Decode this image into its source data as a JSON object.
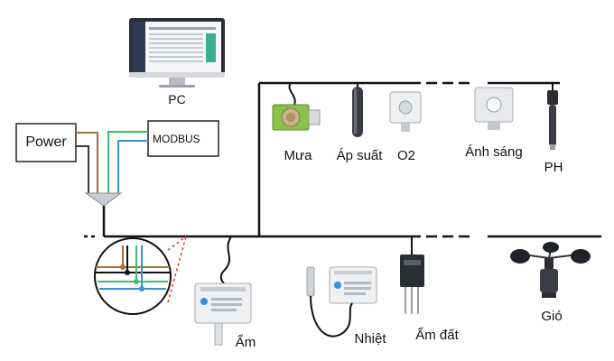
{
  "labels": {
    "pc": "PC",
    "power": "Power",
    "modbus": "MODBUS",
    "rain": "Mưa",
    "pressure": "Áp suất",
    "o2": "O2",
    "light": "Ánh sáng",
    "ph": "PH",
    "humidity": "Ẩm",
    "temperature": "Nhiệt",
    "soil_moisture": "Ẩm đất",
    "wind": "Gió"
  },
  "colors": {
    "bus": "#111111",
    "wire_brown": "#a0703a",
    "wire_blue": "#3a8fd6",
    "wire_green": "#3bbf6a",
    "zoom_dash": "#e53935",
    "screen_accent": "#1aa37a"
  },
  "icons": {
    "pc": "monitor-icon",
    "rain": "rain-sensor-icon",
    "pressure": "pressure-probe-icon",
    "o2": "o2-sensor-icon",
    "light": "light-sensor-icon",
    "ph": "ph-probe-icon",
    "humidity": "humidity-module-icon",
    "temperature": "temperature-module-icon",
    "soil_moisture": "soil-probe-icon",
    "wind": "anemometer-icon"
  }
}
